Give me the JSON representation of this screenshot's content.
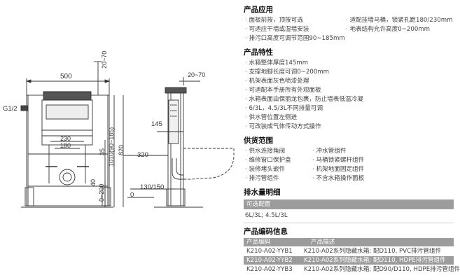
{
  "drawing": {
    "dims": {
      "width_500": "500",
      "top_20_70": "20~70",
      "side_20_70": "20~70",
      "g12": "G1/2",
      "d230": "230",
      "d180": "180",
      "d35": "35",
      "d1010": "1010(90~185)",
      "d820": "820",
      "d40": "40",
      "d0_200": "0~200",
      "d145": "145",
      "d320": "320",
      "d130_150": "130/150",
      "d0": "0"
    }
  },
  "spec": {
    "app": {
      "title": "产品应用",
      "items": [
        "面板前按，顶按可选",
        "适配挂墙马桶，锁紧孔距180/230mm",
        "可适应干墙或湿墙安装",
        "地表结构允许高度0~200mm",
        "排污口高度可调节范围90~185mm"
      ]
    },
    "features": {
      "title": "产品特性",
      "items": [
        "水箱整体厚度145mm",
        "支撑地脚长度可调0~200mm",
        "机架表面灰色喷漆处理",
        "可适配本手册所有外观面板",
        "水箱表面由保丽龙包裹，防止墙表低温冷凝",
        "6/3L，4.5/3L不同排量可调",
        "供水管位置左侧进",
        "可改装成气体传动方式操作"
      ]
    },
    "scope": {
      "title": "供货范围",
      "items": [
        "供水连接角阀",
        "冲水管组件",
        "维修窗口保护盒",
        "马桶锁紧螺杆组件",
        "装修堵头嵌件",
        "机架地面固定组件",
        "排污管组件",
        "不含水箱操作面板"
      ]
    },
    "discharge": {
      "title": "排水量明细",
      "header": "可选配置",
      "value": "6L/3L; 4.5L/3L"
    },
    "codes": {
      "title": "产品编码信息",
      "col_code": "产品编码",
      "col_desc": "产品描述",
      "rows": [
        {
          "code": "K210-A02-YYB1",
          "desc": "K210-A02系列隐藏水箱; 配D110, PVC排污管组件"
        },
        {
          "code": "K210-A02-YYB2",
          "desc": "K210-A02系列隐藏水箱; 配D110, HDPE排污管组件"
        },
        {
          "code": "K210-A02-YYB3",
          "desc": "K210-A02系列隐藏水箱; 配D90/D110, HDPE排污管组件"
        }
      ]
    }
  }
}
